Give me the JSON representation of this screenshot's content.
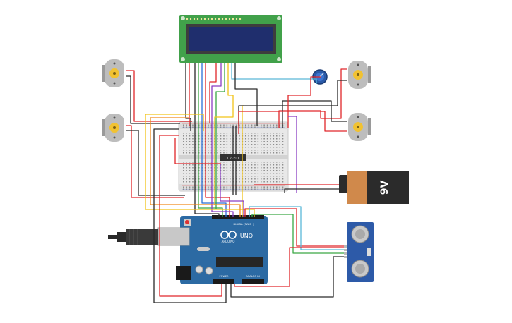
{
  "lcd": {
    "name": "lcd-16x2",
    "has_text": false
  },
  "battery": {
    "label": "9V",
    "body_color": "#d0894b",
    "cap_color": "#2b2b2b"
  },
  "arduino": {
    "brand": "ARDUINO",
    "model": "UNO",
    "header_digital": "DIGITAL (PWM~)",
    "header_power": "POWER",
    "header_analog": "ANALOG IN"
  },
  "driver_chip": {
    "label": "L293D"
  },
  "colors": {
    "red": "#e0262a",
    "black": "#2a2a2a",
    "yellow": "#f2c418",
    "orange": "#f08a1c",
    "green": "#3aa845",
    "purple": "#8a3ec2",
    "blue": "#2a6fd8",
    "cyan": "#5bb8d8",
    "board_blue": "#2c6aa3",
    "lcd_green": "#41a14a"
  },
  "components": [
    "motor-top-left",
    "motor-mid-left",
    "motor-top-right",
    "motor-mid-right",
    "potentiometer",
    "breadboard",
    "ultrasonic-sensor",
    "usb-cable"
  ]
}
